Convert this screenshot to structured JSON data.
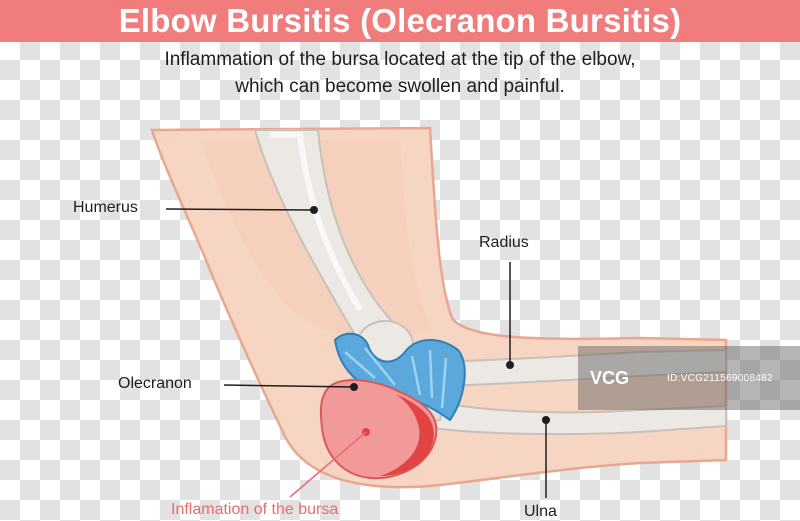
{
  "title": "Elbow Bursitis (Olecranon Bursitis)",
  "subtitle_line1": "Inflammation of the bursa located at the tip of the elbow,",
  "subtitle_line2": "which can become swollen and painful.",
  "labels": {
    "humerus": "Humerus",
    "radius": "Radius",
    "olecranon": "Olecranon",
    "ulna": "Ulna",
    "bursa": "Inflamation of the bursa"
  },
  "watermark": {
    "logo": "VCG",
    "id": "ID:VCG211569008482"
  },
  "colors": {
    "banner": "#f07c7c",
    "skin": "#f6d5c2",
    "skin_outline": "#e8a890",
    "bone": "#ece8e4",
    "ligament": "#5aa8dc",
    "bursa": "#f29a9a",
    "bursa_highlight": "#e24444",
    "bursa_label": "#e66d6d"
  }
}
